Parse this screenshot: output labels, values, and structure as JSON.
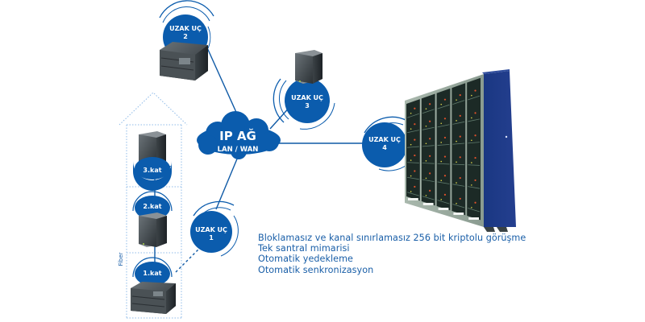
{
  "diagram": {
    "hub": {
      "title": "IP AĞ",
      "subtitle": "LAN / WAN"
    },
    "remote_nodes": [
      {
        "id": "uzak-uc-1",
        "label": "UZAK UÇ",
        "number": "1"
      },
      {
        "id": "uzak-uc-2",
        "label": "UZAK UÇ",
        "number": "2"
      },
      {
        "id": "uzak-uc-3",
        "label": "UZAK UÇ",
        "number": "3"
      },
      {
        "id": "uzak-uc-4",
        "label": "UZAK UÇ",
        "number": "4"
      }
    ],
    "building": {
      "floors": [
        {
          "label": "3.kat"
        },
        {
          "label": "2.kat"
        },
        {
          "label": "1.kat"
        }
      ],
      "link_label": "Fiber"
    },
    "features": [
      "Bloklamasız ve kanal sınırlamasız 256 bit kriptolu görüşme",
      "Tek santral mimarisi",
      "Otomatik yedekleme",
      "Otomatik senkronizasyon"
    ],
    "colors": {
      "accent": "#0b5cad",
      "line": "#0f5aa6",
      "text": "#1a5fa8",
      "building_outline": "#8fbbe8",
      "cabinet": "#1f3f8c"
    }
  }
}
